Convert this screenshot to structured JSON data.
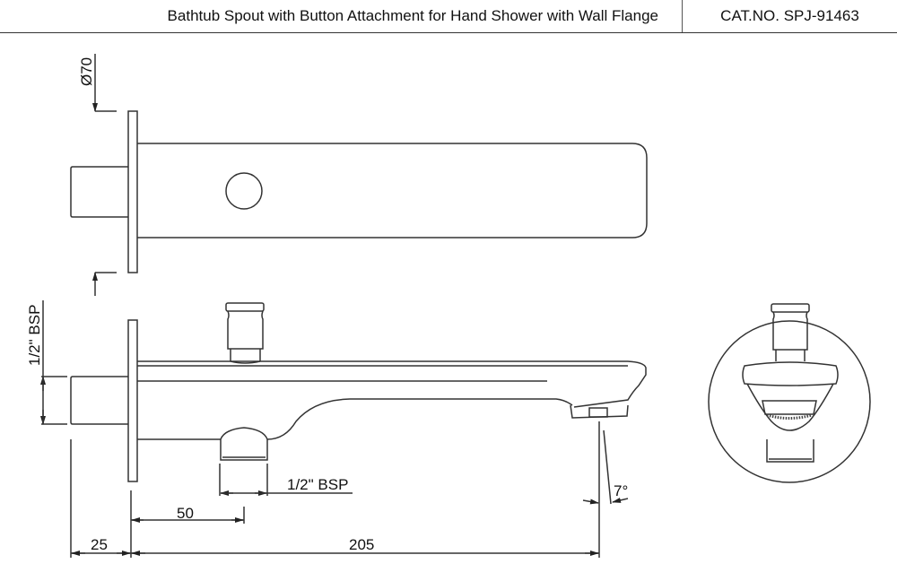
{
  "title_block": {
    "title": "Bathtub Spout with Button Attachment for Hand Shower with Wall Flange",
    "catalog_number": "CAT.NO. SPJ-91463"
  },
  "views": {
    "top_view": {
      "label": "top-view",
      "flange_diameter": "Ø70"
    },
    "side_view": {
      "label": "side-view",
      "inlet_thread": "1/2\" BSP",
      "outlet_thread": "1/2\" BSP",
      "angle": "7°"
    },
    "front_detail": {
      "label": "front-detail-circle"
    }
  },
  "dimensions": {
    "flange_depth": "25",
    "outlet_offset": "50",
    "spout_length": "205",
    "inlet_bsp": "1/2\" BSP",
    "outlet_bsp": "1/2\" BSP",
    "flange_dia": "Ø70",
    "spout_angle": "7°"
  },
  "colors": {
    "line": "#333333",
    "text": "#111111",
    "background": "#ffffff"
  }
}
